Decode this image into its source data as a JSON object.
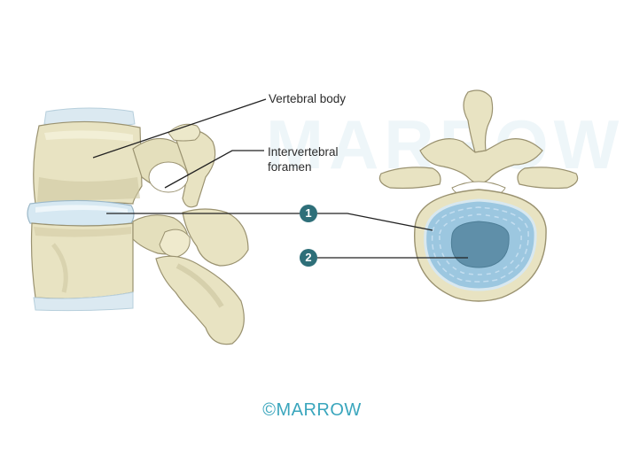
{
  "labels": {
    "vertebral_body": "Vertebral body",
    "intervertebral_foramen_line1": "Intervertebral",
    "intervertebral_foramen_line2": "foramen",
    "marker_1": "1",
    "marker_2": "2"
  },
  "copyright": "©MARROW",
  "watermark": "MARROW",
  "colors": {
    "bone": "#e8e3c2",
    "bone_shadow": "#c9c39d",
    "disc_outer": "#cfe3ee",
    "nucleus": "#5f8fa9",
    "annulus": "#9cc7e0",
    "marker": "#2e6f79",
    "leader_line": "#222222",
    "copyright": "#3aa6bd"
  }
}
